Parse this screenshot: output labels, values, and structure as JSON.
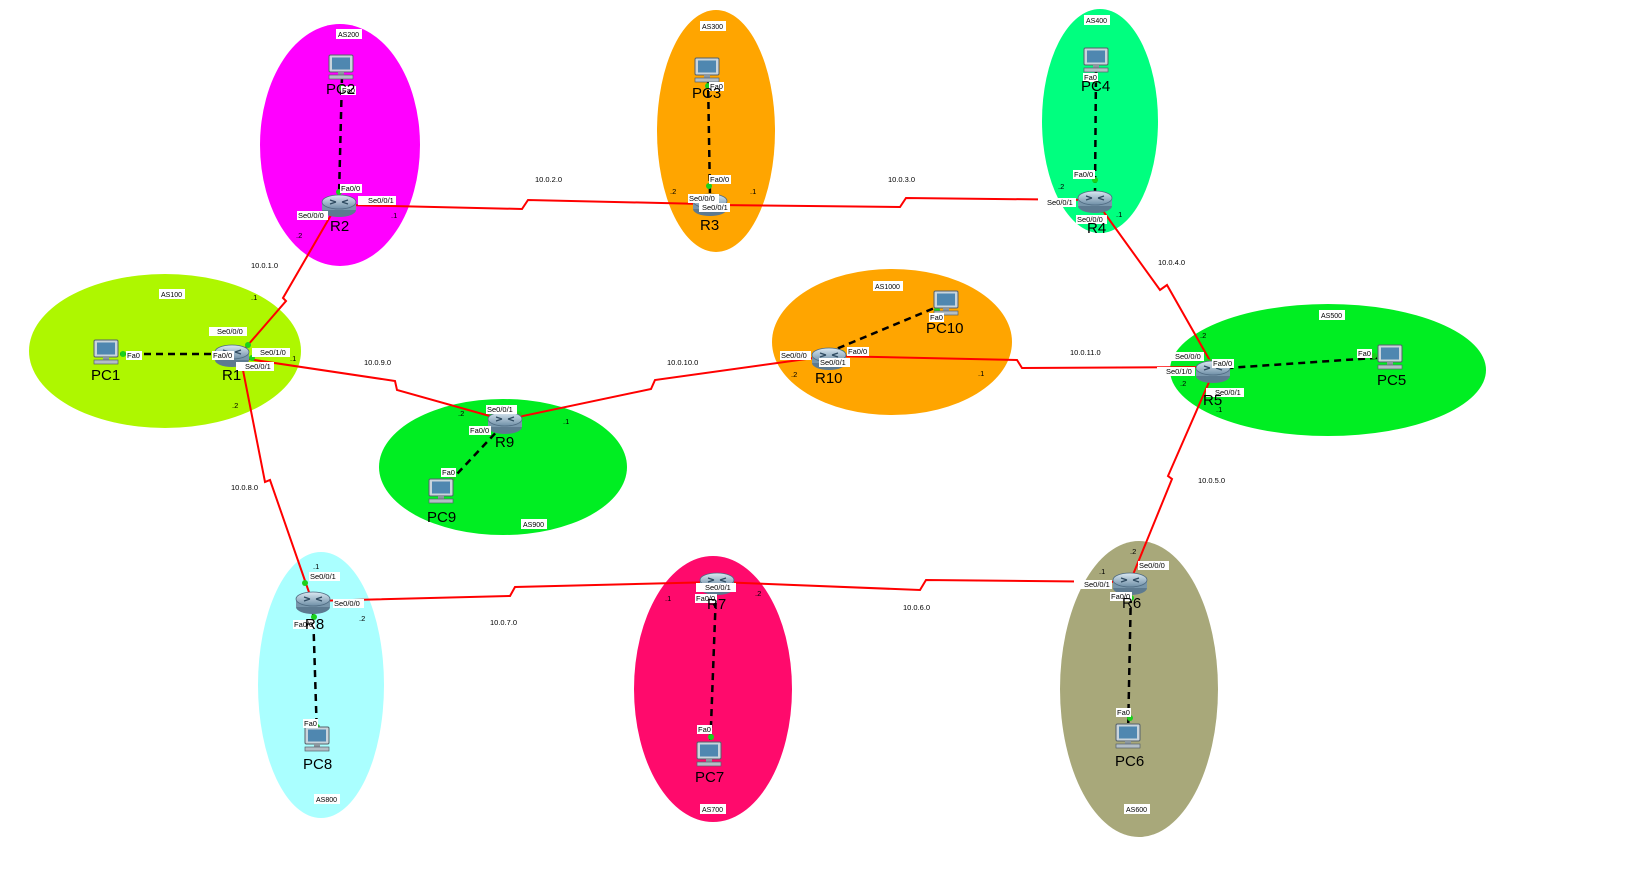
{
  "autonomous_systems": [
    {
      "id": "as100",
      "label": "AS100",
      "color": "#aef700"
    },
    {
      "id": "as200",
      "label": "AS200",
      "color": "#ff00ff"
    },
    {
      "id": "as300",
      "label": "AS300",
      "color": "#ffa500"
    },
    {
      "id": "as400",
      "label": "AS400",
      "color": "#00ff7f"
    },
    {
      "id": "as500",
      "label": "AS500",
      "color": "#00ee22"
    },
    {
      "id": "as600",
      "label": "AS600",
      "color": "#a8a87a"
    },
    {
      "id": "as700",
      "label": "AS700",
      "color": "#ff0a6c"
    },
    {
      "id": "as800",
      "label": "AS800",
      "color": "#aaffff"
    },
    {
      "id": "as900",
      "label": "AS900",
      "color": "#00ee22"
    },
    {
      "id": "as1000",
      "label": "AS1000",
      "color": "#ffa500"
    }
  ],
  "routers": [
    "R1",
    "R2",
    "R3",
    "R4",
    "R5",
    "R6",
    "R7",
    "R8",
    "R9",
    "R10"
  ],
  "pcs": [
    "PC1",
    "PC2",
    "PC3",
    "PC4",
    "PC5",
    "PC6",
    "PC7",
    "PC8",
    "PC9",
    "PC10"
  ],
  "networks": [
    "10.0.1.0",
    "10.0.2.0",
    "10.0.3.0",
    "10.0.4.0",
    "10.0.5.0",
    "10.0.6.0",
    "10.0.7.0",
    "10.0.8.0",
    "10.0.9.0",
    "10.0.10.0",
    "10.0.11.0"
  ],
  "ports": {
    "fa0": "Fa0",
    "fa00": "Fa0/0",
    "se000": "Se0/0/0",
    "se001": "Se0/0/1",
    "se010": "Se0/1/0",
    "se001_3": "Se0/0/1"
  },
  "hosts": {
    "h1": ".1",
    "h2": ".2"
  },
  "colors": {
    "serial_link": "#ff0000",
    "ethernet_link": "#000000",
    "port_dot": "#1bd11b"
  }
}
